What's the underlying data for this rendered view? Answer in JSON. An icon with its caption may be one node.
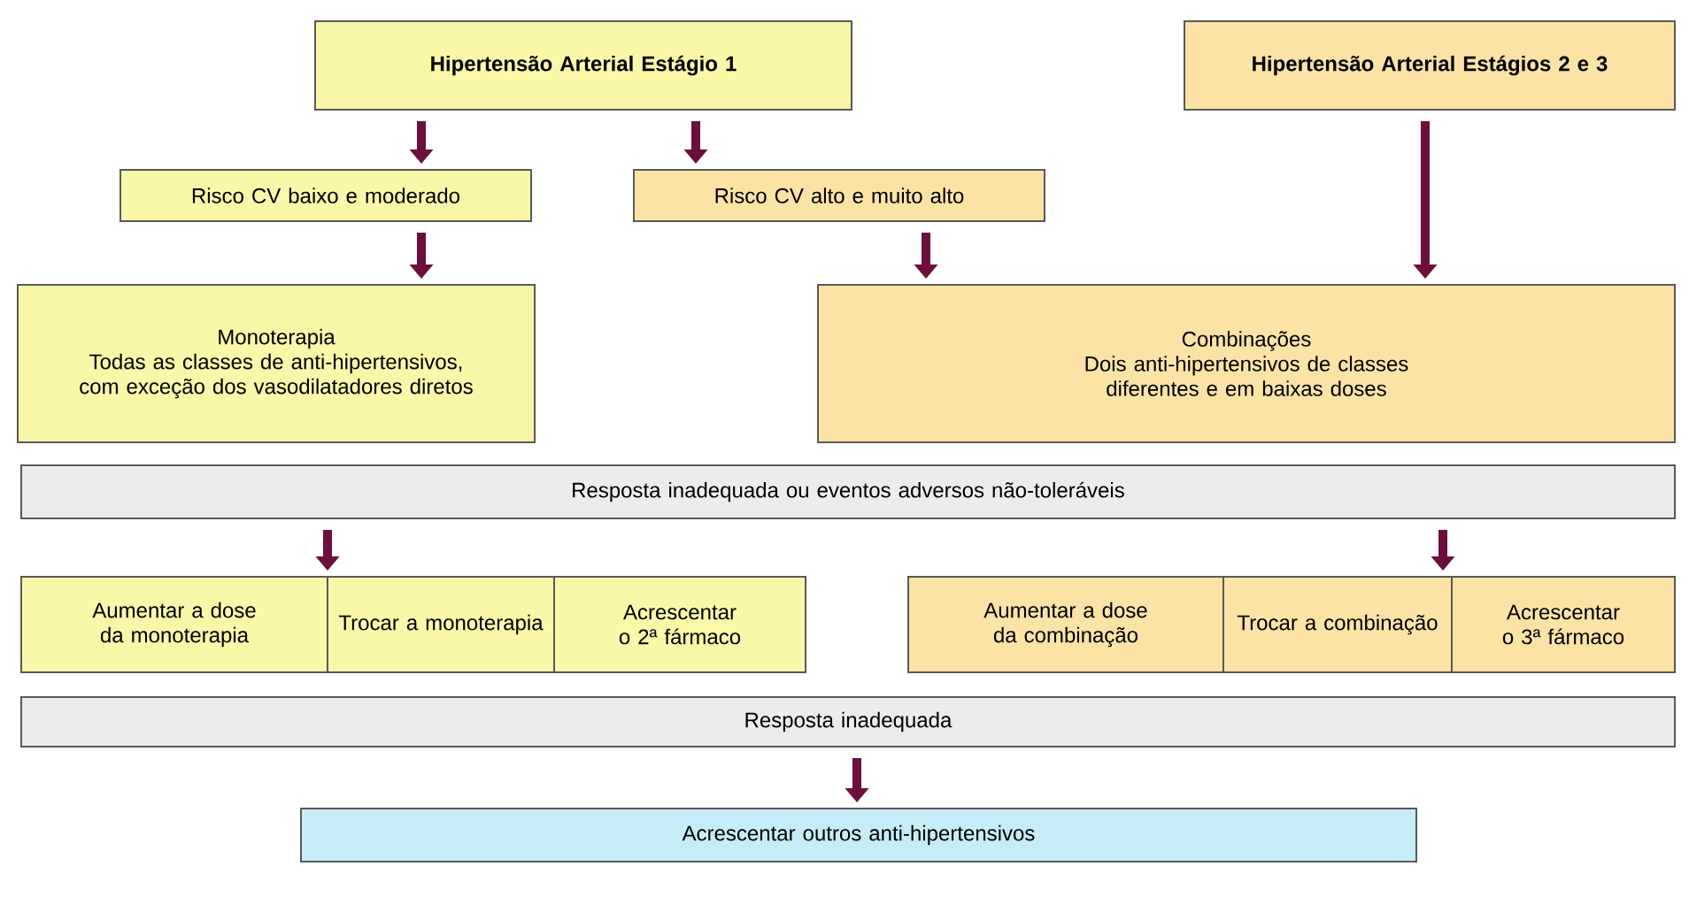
{
  "diagram": {
    "nodes": [
      {
        "text": [
          "Hipertensão Arterial Estágio 1"
        ]
      },
      {
        "text": [
          "Hipertensão Arterial Estágios 2 e 3"
        ]
      },
      {
        "text": [
          "Risco CV baixo e moderado"
        ]
      },
      {
        "text": [
          "Risco CV alto e muito alto"
        ]
      },
      {
        "text": [
          "Monoterapia",
          "Todas as classes de anti-hipertensivos, com exceção dos vasodilatadores diretos"
        ]
      },
      {
        "text": [
          "Combinações",
          "Dois anti-hipertensivos de classes diferentes e em baixas doses"
        ]
      },
      {
        "text": [
          "Resposta inadequada ou eventos adversos não-toleráveis"
        ]
      },
      {
        "text": [
          "Aumentar a dose da monoterapia"
        ]
      },
      {
        "text": [
          "Trocar a monoterapia"
        ]
      },
      {
        "text": [
          "Acrescentar o 2ª fármaco"
        ]
      },
      {
        "text": [
          "Aumentar a dose da combinação"
        ]
      },
      {
        "text": [
          "Trocar a combinação"
        ]
      },
      {
        "text": [
          "Acrescentar o 3ª fármaco"
        ]
      },
      {
        "text": [
          "Resposta inadequada"
        ]
      },
      {
        "text": [
          "Acrescentar outros anti-hipertensivos"
        ]
      }
    ],
    "edges": [
      {
        "from": 0,
        "to": 2,
        "arrow": "to"
      },
      {
        "from": 0,
        "to": 3,
        "arrow": "to"
      },
      {
        "from": 2,
        "to": 4,
        "arrow": "to"
      },
      {
        "from": 3,
        "to": 5,
        "arrow": "to"
      },
      {
        "from": 1,
        "to": 5,
        "arrow": "to"
      },
      {
        "from": 6,
        "to": 7,
        "arrow": "to"
      },
      {
        "from": 6,
        "to": 11,
        "arrow": "to"
      },
      {
        "from": 13,
        "to": 14,
        "arrow": "to"
      }
    ]
  }
}
